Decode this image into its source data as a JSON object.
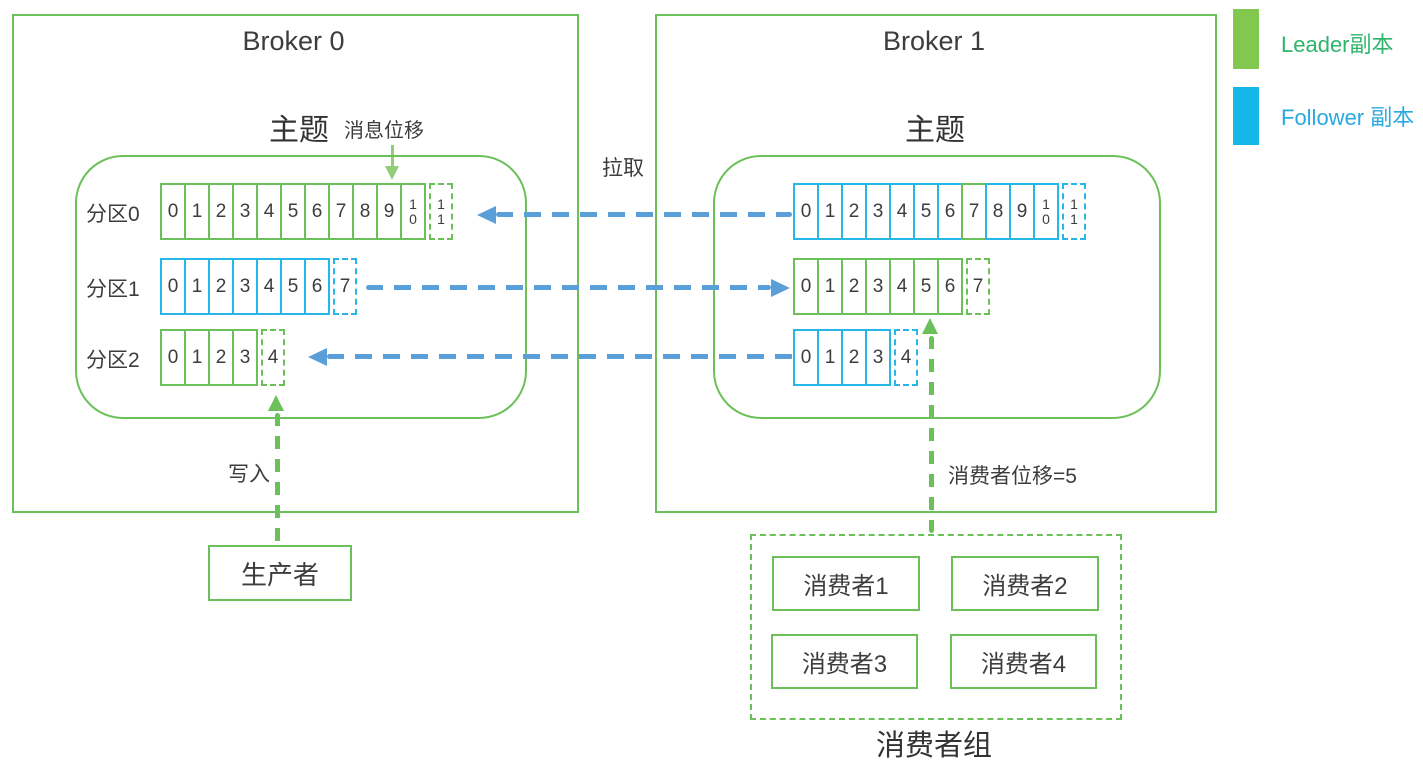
{
  "colors": {
    "leader": "#6cc05a",
    "follower": "#27b6e8",
    "arrow_blue": "#5b9fd8",
    "arrow_green": "#6cc05a",
    "offset_arrow": "#90ce79",
    "ink": "#3d3d3d",
    "legend_leader_fill": "#82c84e",
    "legend_follower_fill": "#14b7e8",
    "legend_leader_text": "#2fb56b",
    "legend_follower_text": "#29a9e2"
  },
  "legend": {
    "items": [
      {
        "label": "Leader副本",
        "swatch": "green"
      },
      {
        "label": "Follower 副本",
        "swatch": "blue"
      }
    ]
  },
  "broker0": {
    "title": "Broker 0",
    "topic_label": "主题",
    "offset_label": "消息位移",
    "partitions": [
      {
        "label": "分区0",
        "color": "leader",
        "cells": [
          "0",
          "1",
          "2",
          "3",
          "4",
          "5",
          "6",
          "7",
          "8",
          "9",
          "10"
        ],
        "dashed_cell": "11"
      },
      {
        "label": "分区1",
        "color": "follower",
        "cells": [
          "0",
          "1",
          "2",
          "3",
          "4",
          "5",
          "6"
        ],
        "dashed_cell": "7"
      },
      {
        "label": "分区2",
        "color": "leader",
        "cells": [
          "0",
          "1",
          "2",
          "3"
        ],
        "dashed_cell": "4"
      }
    ]
  },
  "broker1": {
    "title": "Broker 1",
    "topic_label": "主题",
    "partitions": [
      {
        "color": "follower",
        "cells": [
          "0",
          "1",
          "2",
          "3",
          "4",
          "5",
          "6",
          "7",
          "8",
          "9",
          "10"
        ],
        "dashed_cell": "11",
        "leader_cells": [
          "7"
        ]
      },
      {
        "color": "leader",
        "cells": [
          "0",
          "1",
          "2",
          "3",
          "4",
          "5",
          "6"
        ],
        "dashed_cell": "7"
      },
      {
        "color": "follower",
        "cells": [
          "0",
          "1",
          "2",
          "3"
        ],
        "dashed_cell": "4"
      }
    ]
  },
  "arrows": {
    "pull_label": "拉取",
    "write_label": "写入",
    "consumer_offset_label": "消费者位移=5"
  },
  "producer": {
    "label": "生产者"
  },
  "consumer_group": {
    "label": "消费者组",
    "consumers": [
      "消费者1",
      "消费者2",
      "消费者3",
      "消费者4"
    ]
  }
}
